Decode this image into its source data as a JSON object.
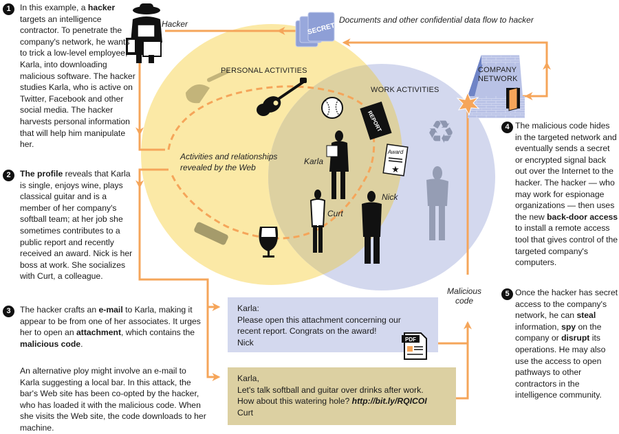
{
  "colors": {
    "personal_circle": "#fbe9a6",
    "work_circle": "#d3d8ee",
    "overlap": "#ddd1a1",
    "flow_line": "#f5a55a",
    "email1_bg": "#d3d8ee",
    "email2_bg": "#dcd0a2",
    "secret_docs": "#8e9fd6",
    "building": "#b9c2e6"
  },
  "steps": [
    {
      "number": "1",
      "segments": [
        {
          "text": "In this example, a ",
          "bold": false
        },
        {
          "text": "hacker",
          "bold": true
        },
        {
          "text": " targets an intelligence contractor. To penetrate the company's network, he wants to trick a low-level employee, Karla, into downloading malicious software. The hacker studies Karla, who is active on Twitter, Facebook and other social media. The hacker harvests personal information that will help him manipulate her.",
          "bold": false
        }
      ]
    },
    {
      "number": "2",
      "segments": [
        {
          "text": "The profile",
          "bold": true
        },
        {
          "text": " reveals that Karla is single, enjoys wine, plays classical guitar and is a member of her company's softball team; at her job she sometimes contributes to a public report and recently received an award. Nick is her boss at work. She socializes with Curt, a colleague.",
          "bold": false
        }
      ]
    },
    {
      "number": "3",
      "segments": [
        {
          "text": "The hacker crafts an ",
          "bold": false
        },
        {
          "text": "e-mail",
          "bold": true
        },
        {
          "text": " to Karla, making it appear to be from one of her associates. It urges her to open an ",
          "bold": false
        },
        {
          "text": "attachment",
          "bold": true
        },
        {
          "text": ", which contains the ",
          "bold": false
        },
        {
          "text": "malicious code",
          "bold": true
        },
        {
          "text": ".",
          "bold": false
        }
      ],
      "extra": "An alternative ploy might involve an e-mail to Karla suggesting a local bar. In this attack, the bar's Web site has been co-opted by the hacker, who has loaded it with the malicious code. When she visits the Web site, the code downloads to her machine."
    },
    {
      "number": "4",
      "segments": [
        {
          "text": "The malicious code hides in the targeted network and eventually sends a secret or encrypted signal back out over the Internet to the hacker. The hacker — who may work for espionage organizations — then uses the new ",
          "bold": false
        },
        {
          "text": "back-door access",
          "bold": true
        },
        {
          "text": " to install a remote access tool that gives control of the targeted company's computers.",
          "bold": false
        }
      ]
    },
    {
      "number": "5",
      "segments": [
        {
          "text": "Once the hacker has secret access to the company's network, he can ",
          "bold": false
        },
        {
          "text": "steal",
          "bold": true
        },
        {
          "text": " information, ",
          "bold": false
        },
        {
          "text": "spy",
          "bold": true
        },
        {
          "text": " on the company or ",
          "bold": false
        },
        {
          "text": "disrupt",
          "bold": true
        },
        {
          "text": " its operations. He may also use the access to open pathways to other contractors in the intelligence community.",
          "bold": false
        }
      ]
    }
  ],
  "labels": {
    "hacker": "Hacker",
    "data_flow": "Documents and other confidential data flow to hacker",
    "secret": "SECRET",
    "personal": "PERSONAL ACTIVITIES",
    "work": "WORK ACTIVITIES",
    "company_line1": "COMPANY",
    "company_line2": "NETWORK",
    "revealed_line1": "Activities and relationships",
    "revealed_line2": "revealed by the Web",
    "karla": "Karla",
    "curt": "Curt",
    "nick": "Nick",
    "report": "REPORT",
    "award": "Award",
    "malicious_line1": "Malicious",
    "malicious_line2": "code",
    "pdf": "PDF"
  },
  "emails": [
    {
      "lines": [
        "Karla:",
        "Please open this attachment concerning our",
        "recent report. Congrats on the award!",
        "Nick"
      ],
      "link": ""
    },
    {
      "lines": [
        "Karla,",
        "Let's talk softball and guitar over drinks after work.",
        "How about this watering hole? ",
        "Curt"
      ],
      "link": "http://bit.ly/RQICOI"
    }
  ]
}
